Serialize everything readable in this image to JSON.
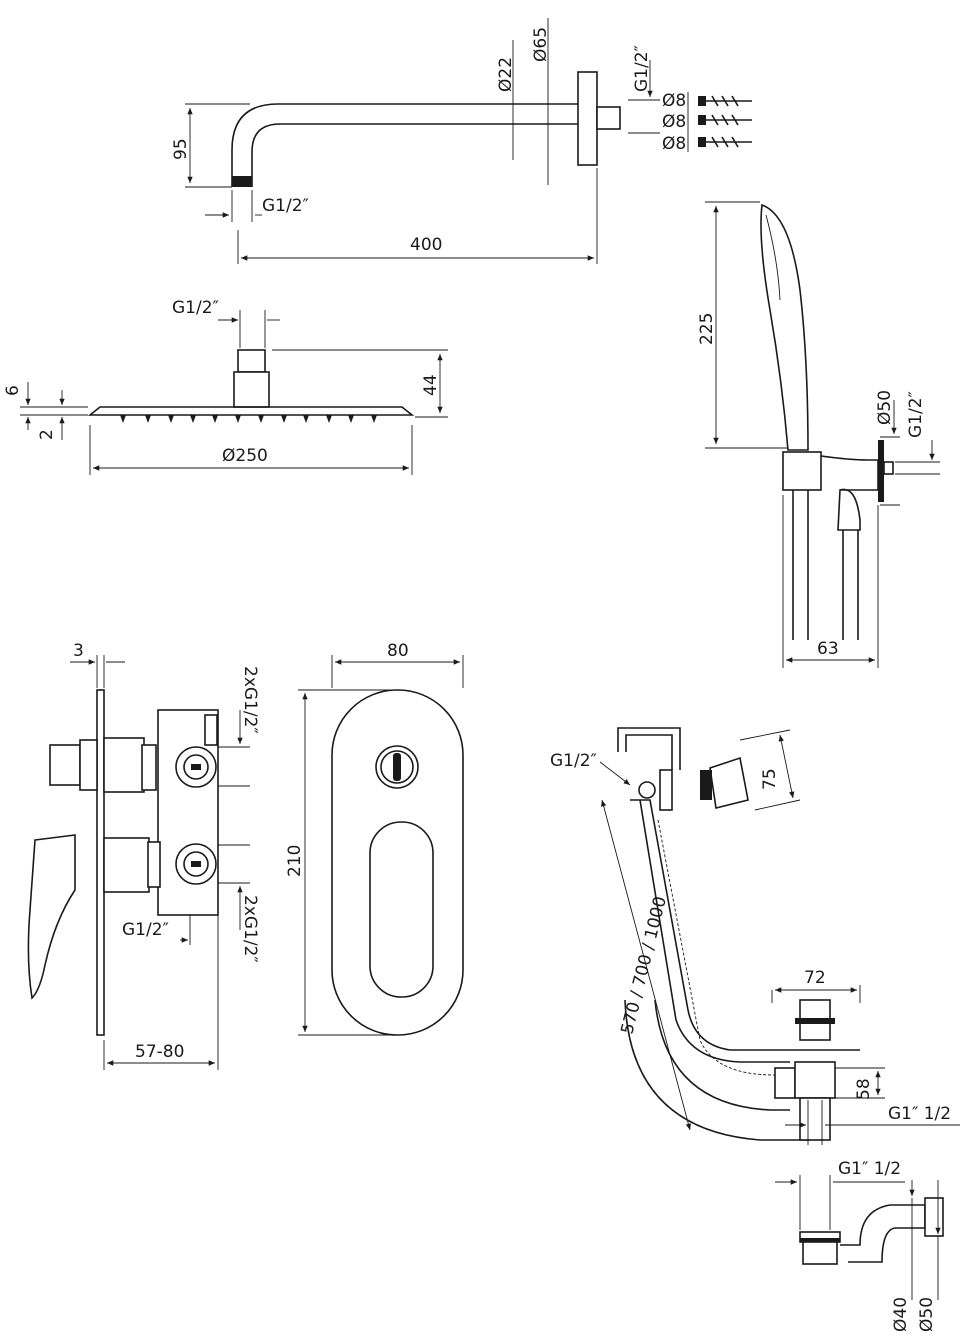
{
  "shower_arm": {
    "height": "95",
    "thread": "G1/2″",
    "length": "400",
    "pipe_diameter": "Ø22",
    "flange_diameter": "Ø65",
    "wall_thread": "G1/2″",
    "screws": [
      "Ø8",
      "Ø8",
      "Ø8"
    ]
  },
  "shower_head": {
    "thread": "G1/2″",
    "height": "44",
    "edge_thickness": "6",
    "plate_thickness": "2",
    "diameter": "Ø250"
  },
  "hand_shower": {
    "length": "225",
    "outlet_diameter": "Ø50",
    "outlet_thread": "G1/2″",
    "depth": "63"
  },
  "mixer_side": {
    "plate_thickness": "3",
    "outlets_top": "2xG1/2″",
    "outlets_bottom": "2xG1/2″",
    "inlet": "G1/2″",
    "depth_range": "57-80"
  },
  "mixer_front": {
    "width": "80",
    "height": "210"
  },
  "bath_filler": {
    "thread": "G1/2″",
    "flange": "75",
    "lengths": "570 / 700 / 1000",
    "waste_diameter": "72",
    "height": "58",
    "outlet_thread": "G1″ 1/2"
  },
  "siphon": {
    "thread": "G1″ 1/2",
    "diameter_small": "Ø40",
    "diameter_large": "Ø50"
  }
}
